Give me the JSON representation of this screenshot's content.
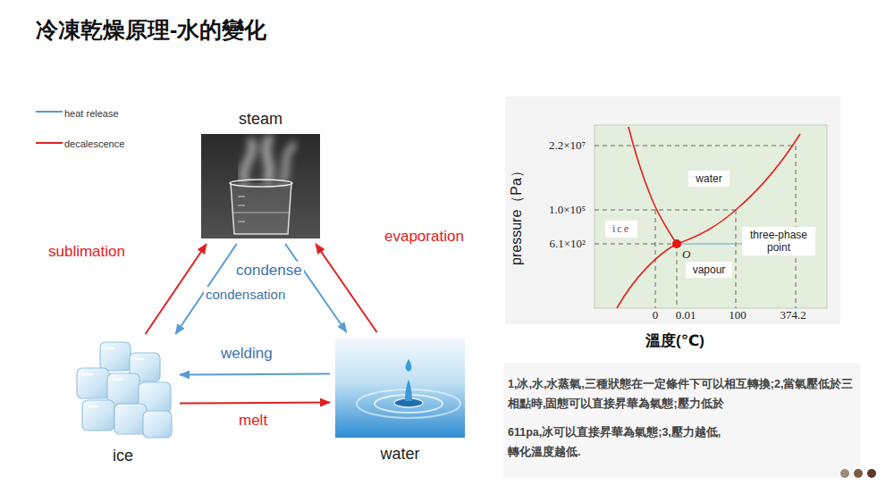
{
  "diagram": {
    "title": "冷凍乾燥原理-水的變化",
    "nodes": [
      {
        "text": [
          "steam"
        ]
      },
      {
        "text": [
          "ice"
        ]
      },
      {
        "text": [
          "water"
        ]
      },
      {
        "text": [
          "water"
        ]
      },
      {
        "text": [
          "ice"
        ]
      },
      {
        "text": [
          "vapour"
        ]
      },
      {
        "text": [
          "three-phase point"
        ]
      }
    ],
    "edges": [
      {
        "from": 1,
        "to": 0,
        "arrow": "to",
        "label": "sublimation"
      },
      {
        "from": 0,
        "to": 1,
        "arrow": "to",
        "label": "condensation"
      },
      {
        "from": 2,
        "to": 0,
        "arrow": "to",
        "label": "evaporation"
      },
      {
        "from": 0,
        "to": 2,
        "arrow": "to",
        "label": "condense"
      },
      {
        "from": 2,
        "to": 1,
        "arrow": "to",
        "label": "welding"
      },
      {
        "from": 1,
        "to": 2,
        "arrow": "to",
        "label": "melt"
      }
    ],
    "labels": [
      "pressure（Pa）",
      "2.2×10⁷",
      "1.0×10⁵",
      "6.1×10²",
      "0",
      "0.01",
      "100",
      "374.2",
      "O",
      "溫度(℃)",
      "1,冰,水,水蒸氣,三種狀態在一定條件下可以相互轉換;2,當氣壓低於三相點時,固態可以直接昇華為氣態;壓力低於",
      "611pa,冰可以直接昇華為氣態;3,壓力越低,轉化溫度越低."
    ],
    "legend": [
      {
        "text": "heat release"
      },
      {
        "text": "decalescence"
      }
    ]
  }
}
